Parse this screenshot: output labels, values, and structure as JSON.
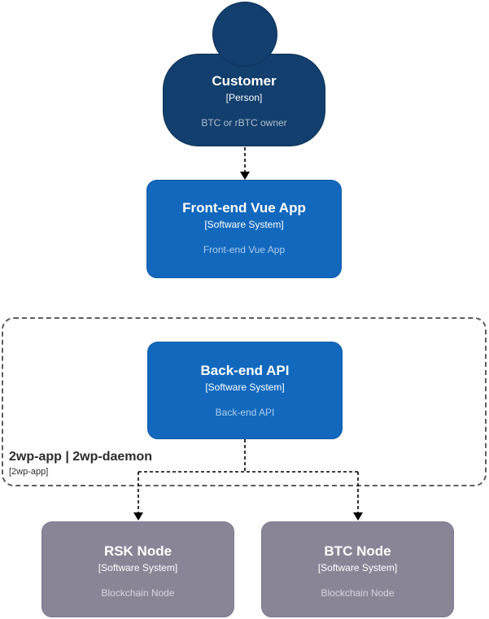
{
  "diagram": {
    "type": "c4-system-context",
    "nodes": {
      "customer": {
        "title": "Customer",
        "meta": "[Person]",
        "description": "BTC or rBTC owner"
      },
      "frontend": {
        "title": "Front-end Vue App",
        "meta": "[Software System]",
        "description": "Front-end Vue App"
      },
      "backend": {
        "title": "Back-end API",
        "meta": "[Software System]",
        "description": "Back-end API"
      },
      "rsk_node": {
        "title": "RSK Node",
        "meta": "[Software System]",
        "description": "Blockchain Node"
      },
      "btc_node": {
        "title": "BTC Node",
        "meta": "[Software System]",
        "description": "Blockchain Node"
      }
    },
    "boundary": {
      "title": "2wp-app | 2wp-daemon",
      "meta": "[2wp-app]"
    },
    "edges": [
      {
        "from": "customer",
        "to": "frontend"
      },
      {
        "from": "backend",
        "to": "rsk_node"
      },
      {
        "from": "backend",
        "to": "btc_node"
      }
    ]
  },
  "colors": {
    "background": "#ffffff",
    "person_fill": "#123F6D",
    "person_border": "#0C3156",
    "system_fill": "#1168BD",
    "system_border": "#0E5CA9",
    "external_fill": "#8A8596",
    "external_border": "#7E7990",
    "boundary_border": "#5E5E5E",
    "boundary_text": "#2B2B2B",
    "relationship": "#000000",
    "title_text": "#ffffff"
  }
}
